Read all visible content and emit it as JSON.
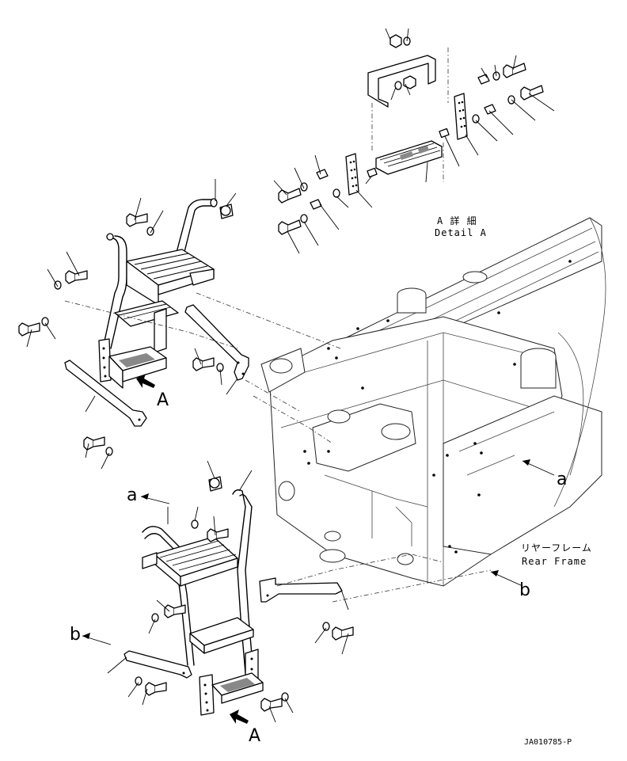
{
  "labels": {
    "view_a_1": "A",
    "view_a_2": "A",
    "arrow_a_left": "a",
    "arrow_a_right": "a",
    "arrow_b_left": "b",
    "arrow_b_right": "b",
    "detail_jp": "A 詳 細",
    "detail_en": "Detail A",
    "rear_frame_jp": "リヤーフレーム",
    "rear_frame_en": "Rear Frame",
    "drawing_code": "JA010785-P"
  }
}
